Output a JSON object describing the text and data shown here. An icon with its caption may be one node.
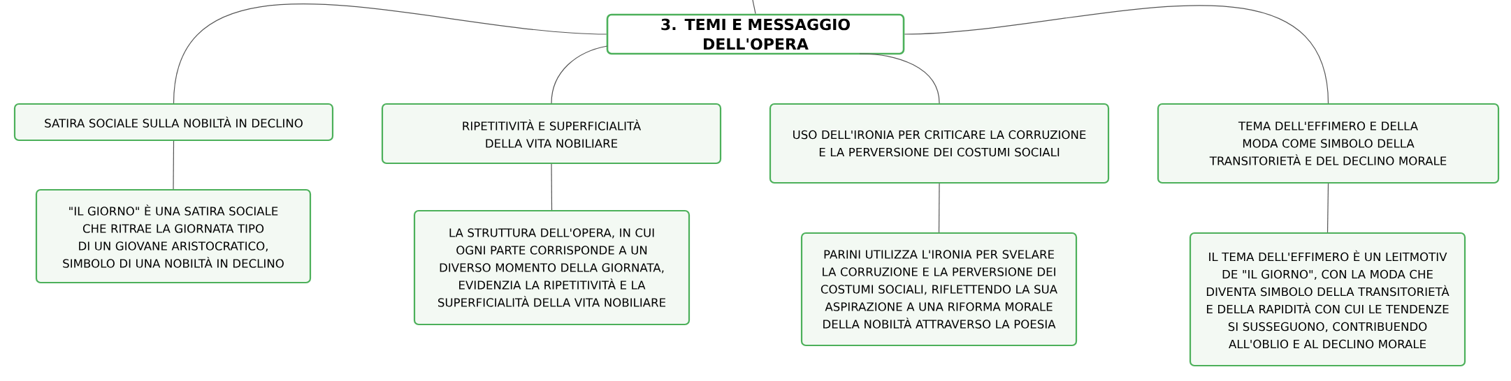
{
  "diagram": {
    "nodes": [
      {
        "text": [
          "3. TEMI E MESSAGGIO DELL'OPERA"
        ]
      },
      {
        "text": [
          "SATIRA SOCIALE SULLA NOBILTÀ IN DECLINO"
        ]
      },
      {
        "text": [
          "\"IL GIORNO\" È UNA SATIRA SOCIALE CHE RITRAE LA GIORNATA TIPO DI UN GIOVANE ARISTOCRATICO, SIMBOLO DI UNA NOBILTÀ IN DECLINO"
        ]
      },
      {
        "text": [
          "RIPETITIVITÀ E SUPERFICIALITÀ DELLA VITA NOBILIARE"
        ]
      },
      {
        "text": [
          "LA STRUTTURA DELL'OPERA, IN CUI OGNI PARTE CORRISPONDE A UN DIVERSO MOMENTO DELLA GIORNATA, EVIDENZIA LA RIPETITIVITÀ E LA SUPERFICIALITÀ DELLA VITA NOBILIARE"
        ]
      },
      {
        "text": [
          "USO DELL'IRONIA PER CRITICARE LA CORRUZIONE E LA PERVERSIONE DEI COSTUMI SOCIALI"
        ]
      },
      {
        "text": [
          "PARINI UTILIZZA L'IRONIA PER SVELARE LA CORRUZIONE E LA PERVERSIONE DEI COSTUMI SOCIALI, RIFLETTENDO LA SUA ASPIRAZIONE A UNA RIFORMA MORALE DELLA NOBILTÀ ATTRAVERSO LA POESIA"
        ]
      },
      {
        "text": [
          "TEMA DELL'EFFIMERO E DELLA MODA COME SIMBOLO DELLA TRANSITORIETÀ E DEL DECLINO MORALE"
        ]
      },
      {
        "text": [
          "IL TEMA DELL'EFFIMERO È UN LEITMOTIV DE \"IL GIORNO\", CON LA MODA CHE DIVENTA SIMBOLO DELLA TRANSITORIETÀ E DELLA RAPIDITÀ CON CUI LE TENDENZE SI SUSSEGUONO, CONTRIBUENDO ALL'OBLIO E AL DECLINO MORALE"
        ]
      }
    ],
    "edges": [
      {
        "from": null,
        "to": 0,
        "arrow": "none"
      },
      {
        "from": 0,
        "to": 1,
        "arrow": "none"
      },
      {
        "from": 0,
        "to": 3,
        "arrow": "none"
      },
      {
        "from": 0,
        "to": 5,
        "arrow": "none"
      },
      {
        "from": 0,
        "to": 7,
        "arrow": "none"
      },
      {
        "from": 1,
        "to": 2,
        "arrow": "none"
      },
      {
        "from": 3,
        "to": 4,
        "arrow": "none"
      },
      {
        "from": 5,
        "to": 6,
        "arrow": "none"
      },
      {
        "from": 7,
        "to": 8,
        "arrow": "none"
      }
    ]
  }
}
